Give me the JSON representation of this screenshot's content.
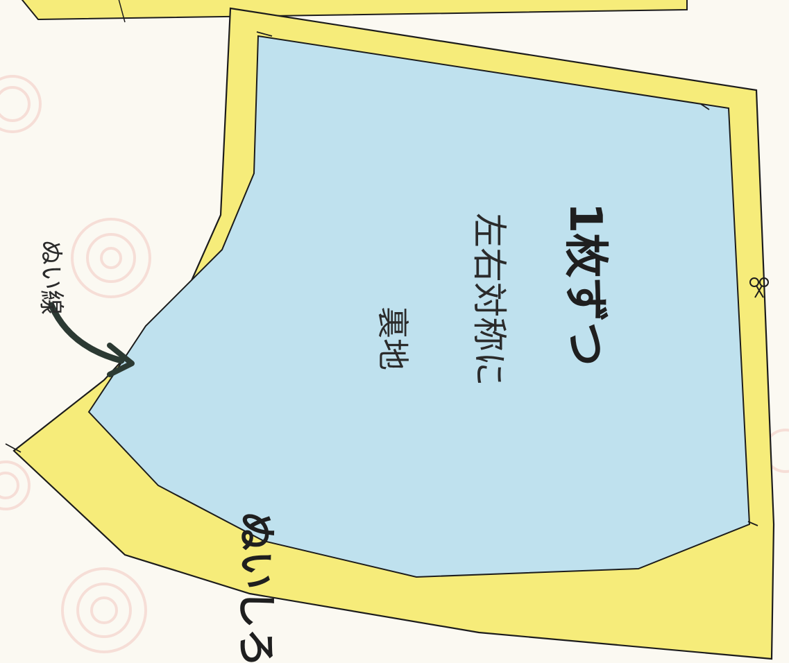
{
  "pattern": {
    "seam_line_label": "ぬい線",
    "seam_allowance_label": "ぬいしろ",
    "fabric_label": "裏地",
    "instruction_label": "左右対称に",
    "count_label": "1枚ずつ",
    "scissors_icon": "scissors-icon",
    "colors": {
      "seam_allowance": "#f6ec7a",
      "fabric": "#bfe1ee",
      "outline": "#1c1c1c",
      "arrow": "#2c3a33",
      "background": "#fbf9f2",
      "dots": "#f3c9c1"
    }
  }
}
